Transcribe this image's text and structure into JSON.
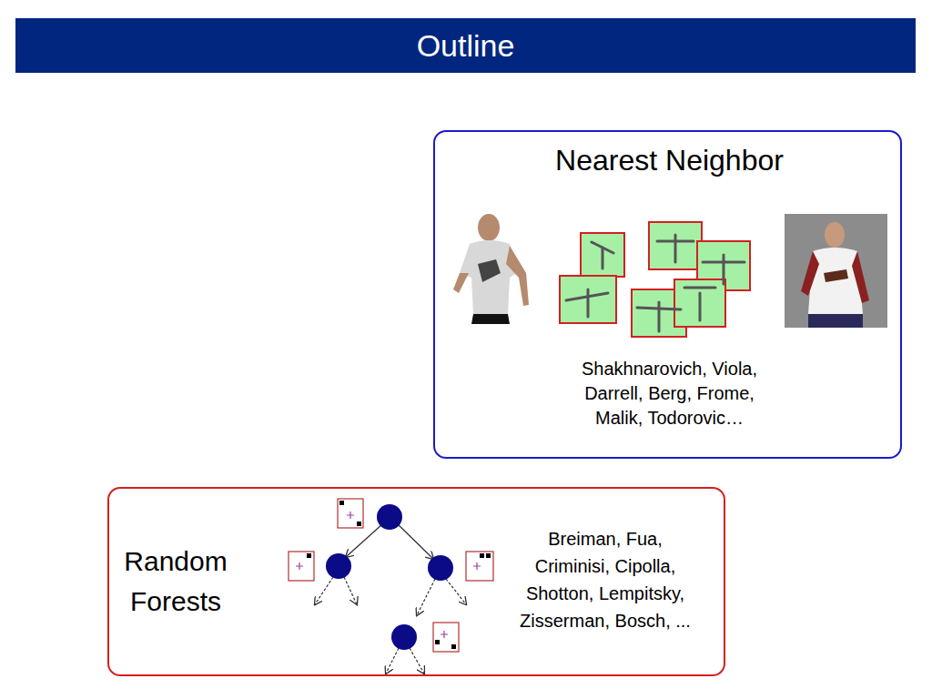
{
  "diagram": {
    "title": "Outline",
    "nodes": [
      {
        "text": [
          "Nearest Neighbor",
          "Shakhnarovich, Viola, Darrell, Berg, Frome, Malik, Todorovic…"
        ]
      },
      {
        "text": [
          "Random Forests",
          "Breiman, Fua, Criminisi, Cipolla, Shotton, Lempitsky, Zisserman, Bosch, ..."
        ]
      }
    ]
  }
}
